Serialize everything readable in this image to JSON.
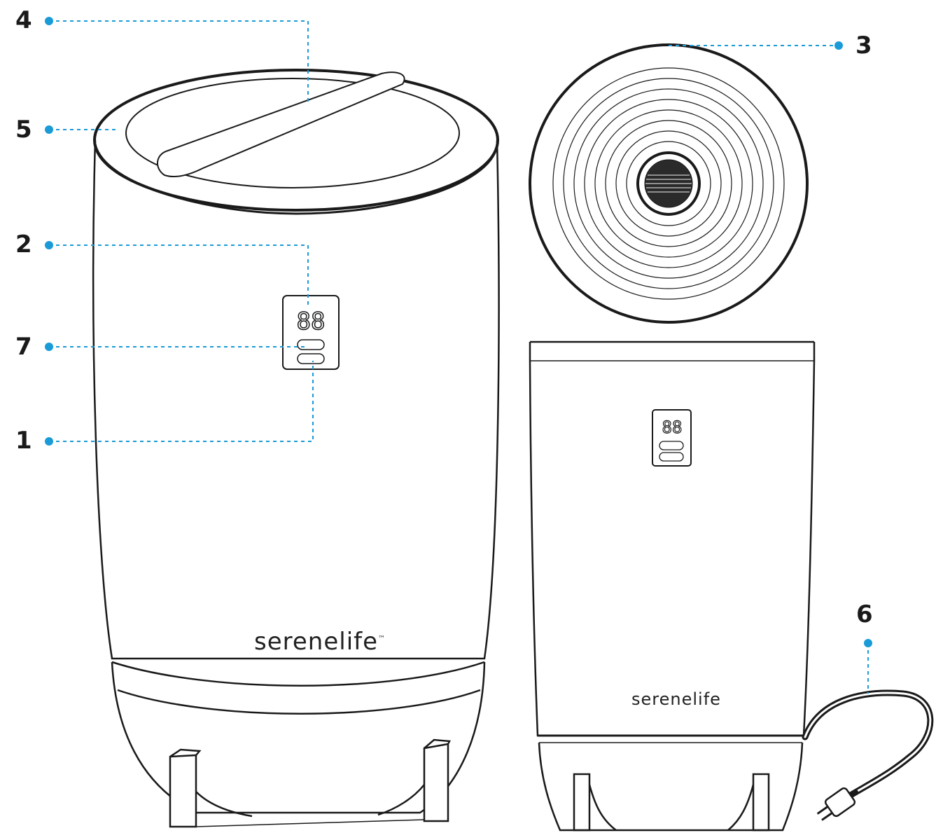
{
  "brand": {
    "name": "serenelife",
    "trademark": "™"
  },
  "callouts": [
    {
      "id": "1",
      "label": "1"
    },
    {
      "id": "2",
      "label": "2"
    },
    {
      "id": "3",
      "label": "3"
    },
    {
      "id": "4",
      "label": "4"
    },
    {
      "id": "5",
      "label": "5"
    },
    {
      "id": "6",
      "label": "6"
    },
    {
      "id": "7",
      "label": "7"
    }
  ],
  "display": {
    "digits": "88"
  },
  "colors": {
    "line": "#1a1a1a",
    "callout": "#1a9bd7"
  }
}
